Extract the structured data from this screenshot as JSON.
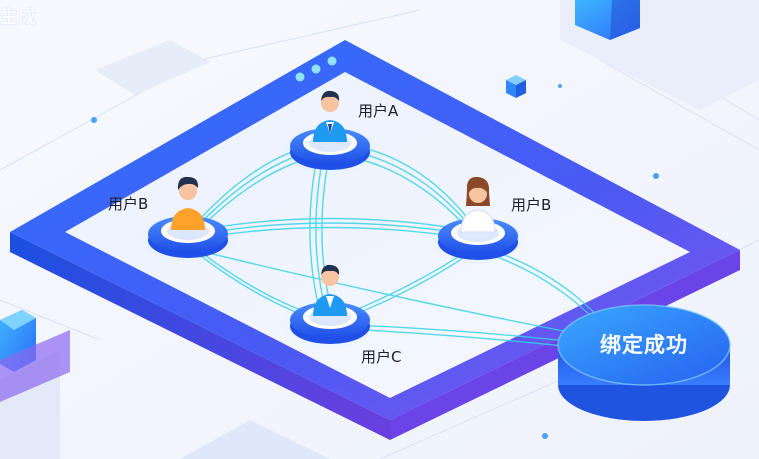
{
  "watermark": {
    "text": "生成"
  },
  "users": {
    "a": {
      "label": "用户A"
    },
    "b1": {
      "label": "用户B"
    },
    "b2": {
      "label": "用户B"
    },
    "c": {
      "label": "用户C"
    }
  },
  "status_button": {
    "label": "绑定成功"
  },
  "colors": {
    "accent": "#2f6bff",
    "accent_dark": "#1a47e6",
    "purple": "#7b5cff",
    "link_line": "#38d3e6",
    "avatar_orange": "#ffa22a",
    "avatar_blue": "#1e9af0"
  }
}
